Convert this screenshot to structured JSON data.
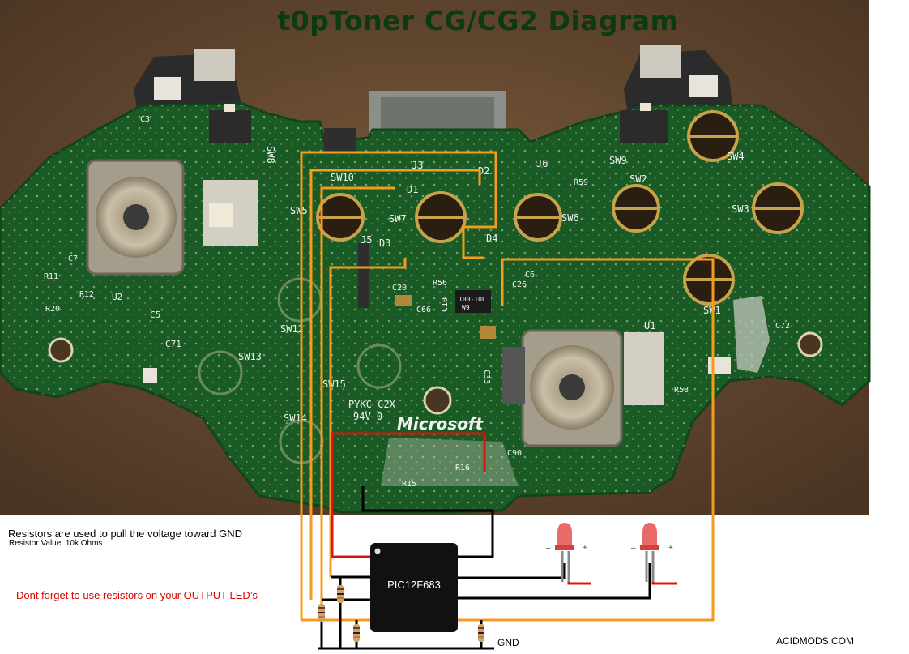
{
  "title": "t0pToner CG/CG2 Diagram",
  "notes": {
    "resistor_purpose": "Resistors are used to pull the voltage toward GND",
    "resistor_value": "Resistor Value: 10k Ohms",
    "led_warning": "Dont forget to use resistors on your OUTPUT LED’s"
  },
  "credit": "ACIDMODS.COM",
  "chip": {
    "label": "PIC12F683"
  },
  "gnd_label": "GND",
  "board": {
    "logo": "Microsoft",
    "marking_line1": "PYKC C2X",
    "marking_line2": "94V-0",
    "part_marking": "100-10L",
    "part_marking2": "W9",
    "labels": [
      "SW8",
      "SW10",
      "D1",
      "D2",
      "J3",
      "J6",
      "SW9",
      "SW4",
      "SW2",
      "R59",
      "SW3",
      "SW5",
      "SW7",
      "SW6",
      "D3",
      "D4",
      "J5",
      "C3",
      "C6",
      "C20",
      "R56",
      "C66",
      "C10",
      "C26",
      "R11",
      "R12",
      "R20",
      "C5",
      "C71",
      "SW12",
      "SW13",
      "SW15",
      "SW14",
      "SW1",
      "U1",
      "C72",
      "R58",
      "C33",
      "C90",
      "R15",
      "R16",
      "U2",
      "C7"
    ]
  },
  "colors": {
    "pcb": "#1a5a24",
    "wire_orange": "#f59b1e",
    "wire_red": "#e01010",
    "wire_black": "#000000",
    "led": "#e65050"
  }
}
